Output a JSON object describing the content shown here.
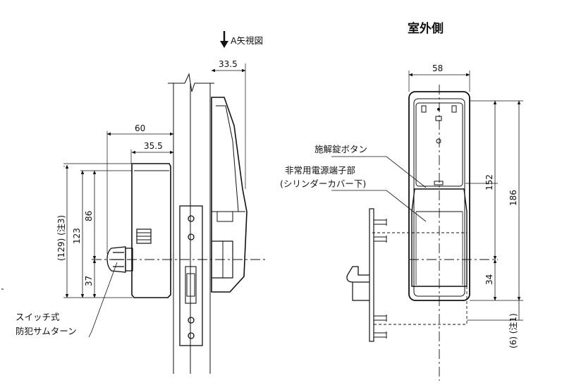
{
  "view_label": "A矢視図",
  "right_title": "室外側",
  "left_view": {
    "dims": {
      "d33_5": "33.5",
      "d60": "60",
      "d35_5": "35.5",
      "d129": "(129) (注3)",
      "d123": "123",
      "d86": "86",
      "d37": "37"
    },
    "callout": [
      "スイッチ式",
      "防犯サムターン"
    ]
  },
  "right_view": {
    "dims": {
      "d58": "58",
      "d152": "152",
      "d186": "186",
      "d34": "34",
      "d6": "(6) (注1)"
    },
    "callouts": {
      "button": "施解錠ボタン",
      "terminal_1": "非常用電源端子部",
      "terminal_2": "(シリンダーカバー下)"
    }
  }
}
